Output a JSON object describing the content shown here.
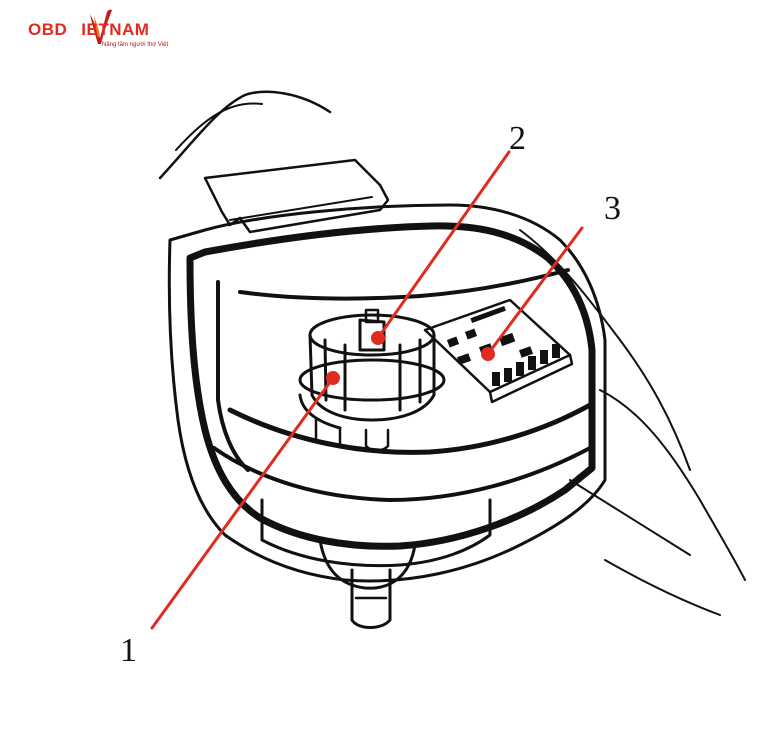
{
  "logo": {
    "brand_left": "OBD",
    "brand_right": "IETNAM",
    "tagline": "Nâng tầm người thợ Việt",
    "accent_color": "#e02b20"
  },
  "callouts": [
    {
      "label": "1"
    },
    {
      "label": "2"
    },
    {
      "label": "3"
    }
  ],
  "colors": {
    "ink": "#111111",
    "callout_line": "#e02b20"
  }
}
